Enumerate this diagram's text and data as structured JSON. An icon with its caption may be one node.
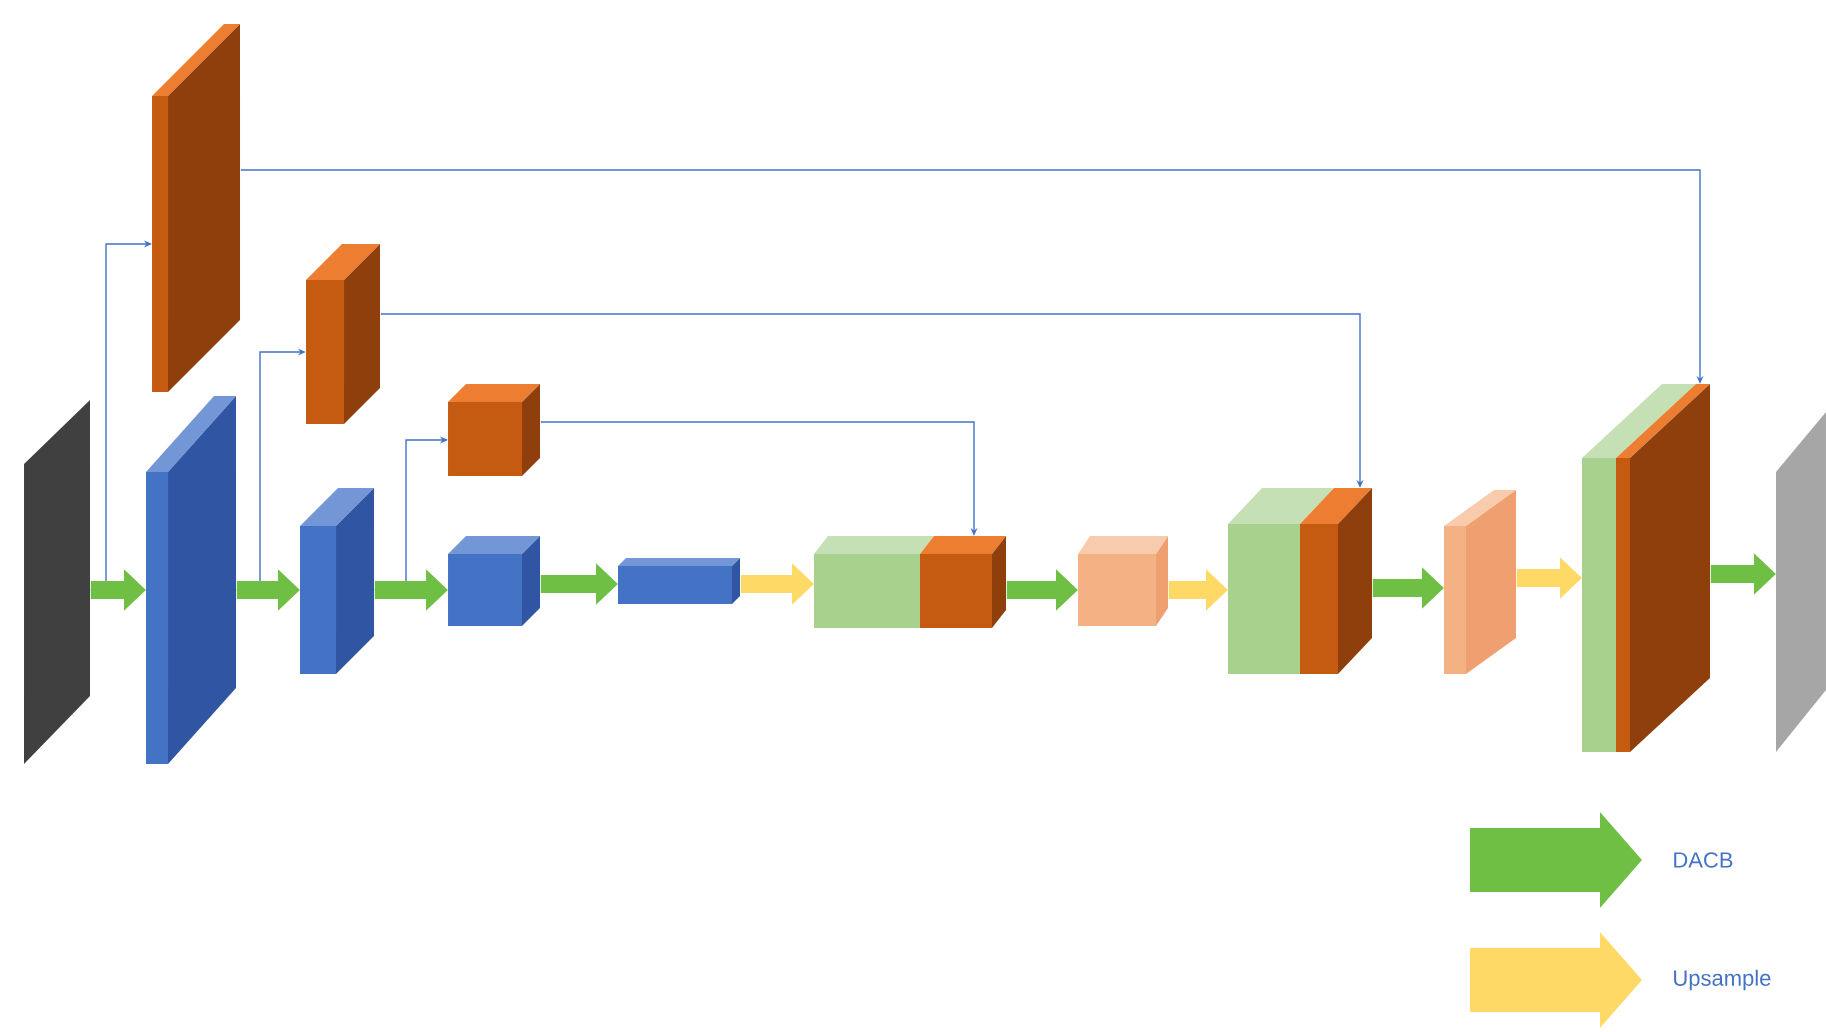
{
  "diagram": {
    "nodes": [
      {
        "text": [],
        "shape": "box"
      },
      {
        "text": [],
        "shape": "box"
      },
      {
        "text": [],
        "shape": "box"
      },
      {
        "text": [],
        "shape": "box"
      },
      {
        "text": [],
        "shape": "box"
      },
      {
        "text": [],
        "shape": "box"
      },
      {
        "text": [],
        "shape": "box"
      },
      {
        "text": [],
        "shape": "box"
      },
      {
        "text": [],
        "shape": "box"
      },
      {
        "text": [],
        "shape": "box"
      },
      {
        "text": [],
        "shape": "box"
      },
      {
        "text": [],
        "shape": "box"
      },
      {
        "text": [],
        "shape": "box"
      },
      {
        "text": [],
        "shape": "box"
      }
    ],
    "edges": [
      {
        "from": 0,
        "to": 2,
        "arrow": "to"
      },
      {
        "from": 2,
        "to": 4,
        "arrow": "to"
      },
      {
        "from": 4,
        "to": 6,
        "arrow": "to"
      },
      {
        "from": 6,
        "to": 7,
        "arrow": "to"
      },
      {
        "from": 7,
        "to": 8,
        "arrow": "to",
        "color": "#ffd966"
      },
      {
        "from": 8,
        "to": 9,
        "arrow": "to"
      },
      {
        "from": 9,
        "to": 10,
        "arrow": "to",
        "color": "#ffd966"
      },
      {
        "from": 10,
        "to": 11,
        "arrow": "to"
      },
      {
        "from": 11,
        "to": 12,
        "arrow": "to",
        "color": "#ffd966"
      },
      {
        "from": 12,
        "to": 13,
        "arrow": "to"
      },
      {
        "from": 0,
        "to": 1,
        "arrow": "to",
        "color": "#4472c4"
      },
      {
        "from": 2,
        "to": 3,
        "arrow": "to",
        "color": "#4472c4"
      },
      {
        "from": 4,
        "to": 5,
        "arrow": "to",
        "color": "#4472c4"
      },
      {
        "from": 1,
        "to": 12,
        "arrow": "to",
        "color": "#4472c4"
      },
      {
        "from": 3,
        "to": 10,
        "arrow": "to",
        "color": "#4472c4"
      },
      {
        "from": 5,
        "to": 8,
        "arrow": "to",
        "color": "#4472c4"
      }
    ],
    "legend": [
      {
        "text": "DACB",
        "color": "#6fbf44"
      },
      {
        "text": "Upsample",
        "color": "#ffd966"
      }
    ]
  }
}
